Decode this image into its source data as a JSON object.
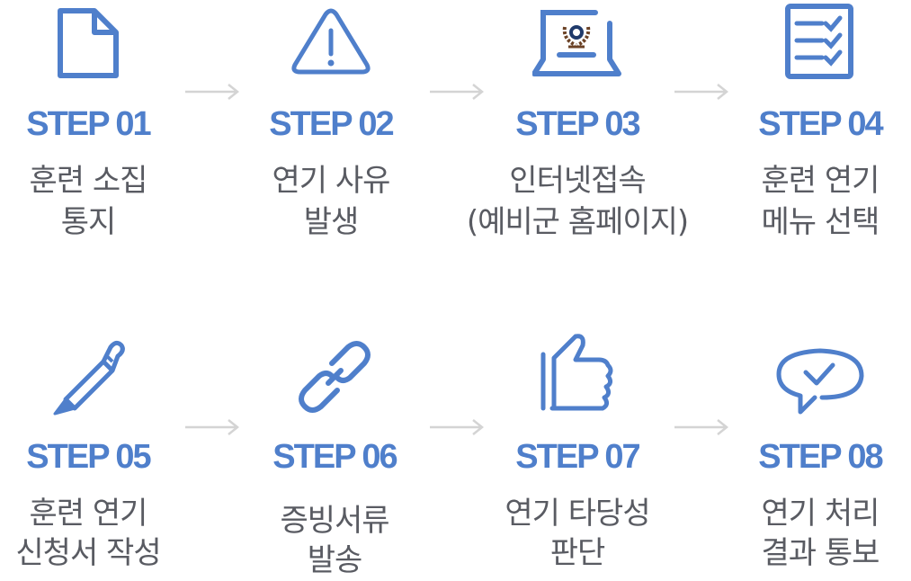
{
  "colors": {
    "accent": "#4f7fcb",
    "text": "#595b62",
    "arrow": "#d4d4d4",
    "emblem": "#6b4226"
  },
  "steps": [
    {
      "label": "STEP 01",
      "desc1": "훈련 소집",
      "desc2": "통지",
      "icon": "document-icon"
    },
    {
      "label": "STEP 02",
      "desc1": "연기 사유",
      "desc2": "발생",
      "icon": "warning-icon"
    },
    {
      "label": "STEP 03",
      "desc1": "인터넷접속",
      "desc2": "(예비군 홈페이지)",
      "icon": "laptop-icon"
    },
    {
      "label": "STEP 04",
      "desc1": "훈련 연기",
      "desc2": "메뉴 선택",
      "icon": "checklist-icon"
    },
    {
      "label": "STEP 05",
      "desc1": "훈련 연기",
      "desc2": "신청서 작성",
      "icon": "pen-icon"
    },
    {
      "label": "STEP 06",
      "desc1": "증빙서류",
      "desc2": "발송",
      "icon": "link-icon"
    },
    {
      "label": "STEP 07",
      "desc1": "연기 타당성",
      "desc2": "판단",
      "icon": "thumbs-up-icon"
    },
    {
      "label": "STEP 08",
      "desc1": "연기 처리",
      "desc2": "결과 통보",
      "icon": "speech-check-icon"
    }
  ],
  "arrow_glyph": "right-arrow-icon"
}
